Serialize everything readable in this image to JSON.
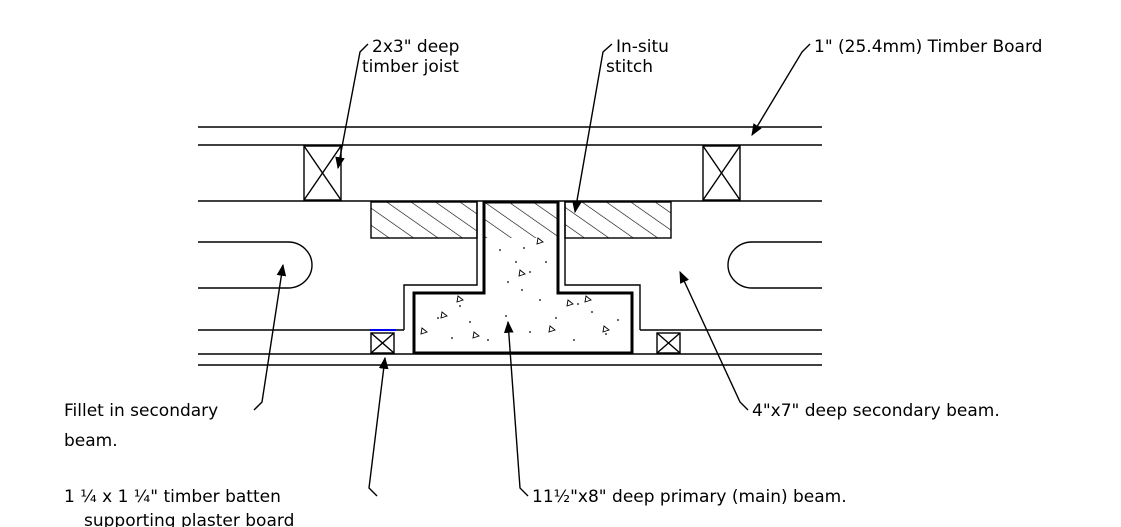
{
  "labels": {
    "joist": [
      "2x3\" deep",
      "timber joist"
    ],
    "stitch": [
      "In-situ",
      "stitch"
    ],
    "board": "1\" (25.4mm) Timber Board",
    "fillet": [
      "Fillet in secondary",
      "beam."
    ],
    "secondary": "4\"x7\" deep secondary beam.",
    "batten": [
      "1 ¼ x 1 ¼\" timber batten",
      "supporting plaster board"
    ],
    "primary": "11½\"x8\" deep primary (main) beam."
  }
}
